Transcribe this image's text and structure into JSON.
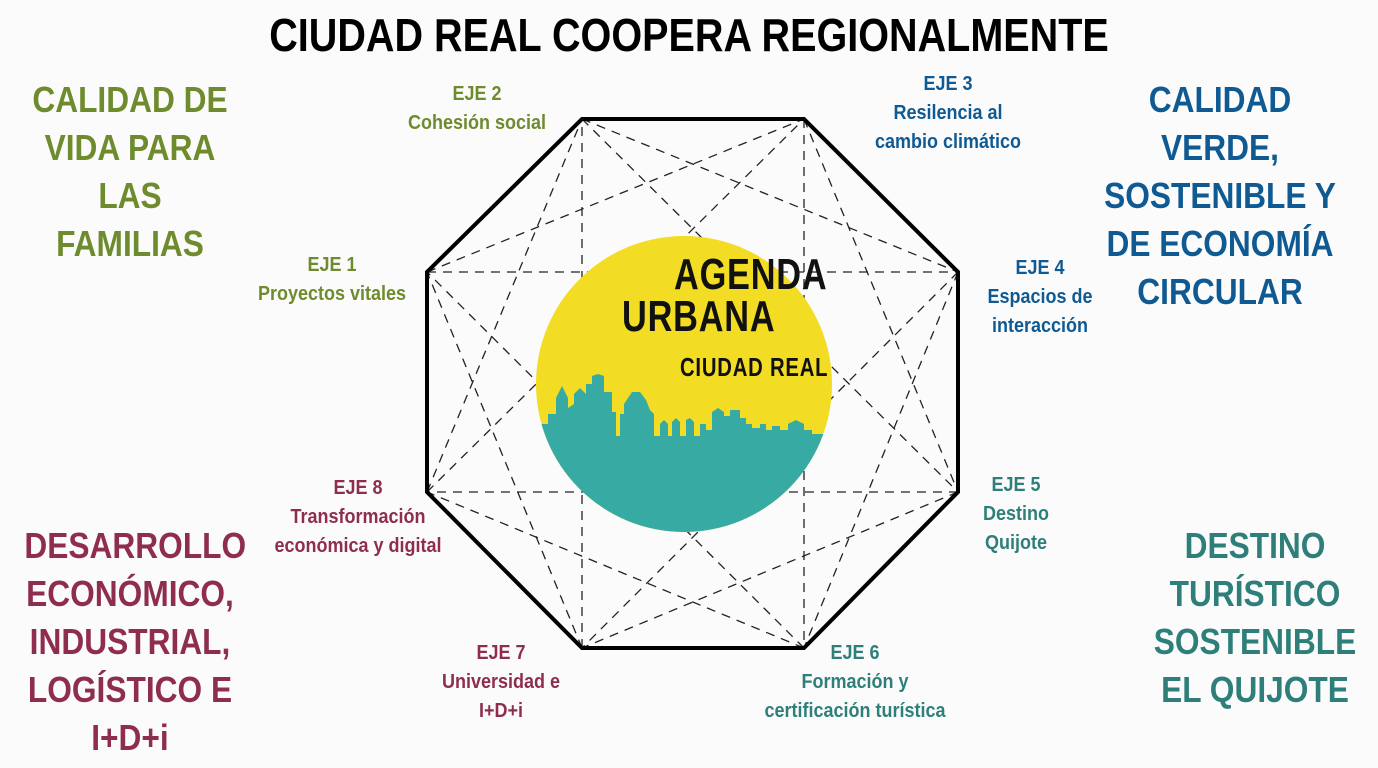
{
  "title": "CIUDAD REAL COOPERA REGIONALMENTE",
  "corners": {
    "top_left": [
      "CALIDAD DE",
      "VIDA PARA",
      "LAS FAMILIAS"
    ],
    "top_right": [
      "CALIDAD VERDE,",
      "SOSTENIBLE Y",
      "DE ECONOMÍA",
      "CIRCULAR"
    ],
    "bottom_left": [
      "DESARROLLO",
      "ECONÓMICO,",
      "INDUSTRIAL,",
      "LOGÍSTICO E",
      "I+D+i"
    ],
    "bottom_right": [
      "DESTINO",
      "TURÍSTICO",
      "SOSTENIBLE",
      "EL QUIJOTE"
    ]
  },
  "ejes": [
    {
      "label": "EJE 1",
      "lines": [
        "Proyectos vitales"
      ]
    },
    {
      "label": "EJE 2",
      "lines": [
        "Cohesión social"
      ]
    },
    {
      "label": "EJE 3",
      "lines": [
        "Resilencia al",
        "cambio climático"
      ]
    },
    {
      "label": "EJE 4",
      "lines": [
        "Espacios de",
        "interacción"
      ]
    },
    {
      "label": "EJE 5",
      "lines": [
        "Destino",
        "Quijote"
      ]
    },
    {
      "label": "EJE 6",
      "lines": [
        "Formación y",
        "certificación turística"
      ]
    },
    {
      "label": "EJE 7",
      "lines": [
        "Universidad e",
        "I+D+i"
      ]
    },
    {
      "label": "EJE 8",
      "lines": [
        "Transformación",
        "económica y digital"
      ]
    }
  ],
  "logo": {
    "line1": "AGENDA",
    "line2": "URBANA",
    "line3": "CIUDAD REAL"
  },
  "colors": {
    "green": "#6e8b2e",
    "blue": "#0f5a92",
    "maroon": "#8f2d4f",
    "teal": "#2e7f7a",
    "logo_yellow": "#f3dc24",
    "logo_teal": "#37aba3"
  }
}
